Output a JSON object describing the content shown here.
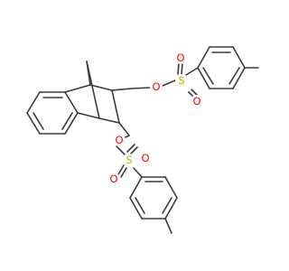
{
  "molecule": {
    "atom_labels": {
      "o_ether_upper": "O",
      "s_upper": "S",
      "o_upper_1": "O",
      "o_upper_2": "O",
      "o_ether_lower": "O",
      "s_lower": "S",
      "o_lower_1": "O",
      "o_lower_2": "O"
    },
    "colors": {
      "bond": "#3a3a3a",
      "oxygen": "#ff0000",
      "sulfur": "#b8b800"
    }
  }
}
